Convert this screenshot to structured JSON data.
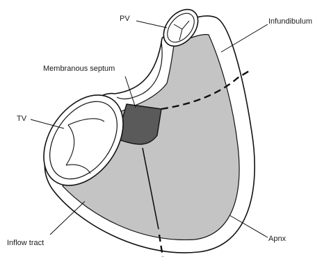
{
  "labels": {
    "pv": "PV",
    "infundibulum": "Infundibulum",
    "membranous_septum": "Membranous septum",
    "tv": "TV",
    "inflow_tract": "Inflow tract",
    "apex": "Apnx"
  },
  "colors": {
    "wall_fill": "#ffffff",
    "cavity_fill": "#c4c4c4",
    "septum_fill": "#5a5a5a",
    "outline": "#111111"
  }
}
